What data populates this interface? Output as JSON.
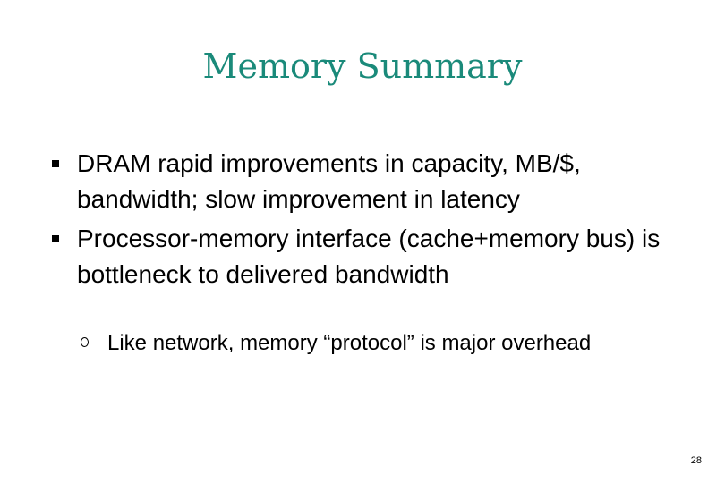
{
  "slide": {
    "title": "Memory Summary",
    "bullets": [
      "DRAM rapid improvements in capacity, MB/$, bandwidth; slow improvement in latency",
      "Processor-memory interface (cache+memory bus) is bottleneck to delivered bandwidth"
    ],
    "subbullets": [
      "Like network, memory “protocol” is major overhead"
    ],
    "page_number": "28"
  }
}
